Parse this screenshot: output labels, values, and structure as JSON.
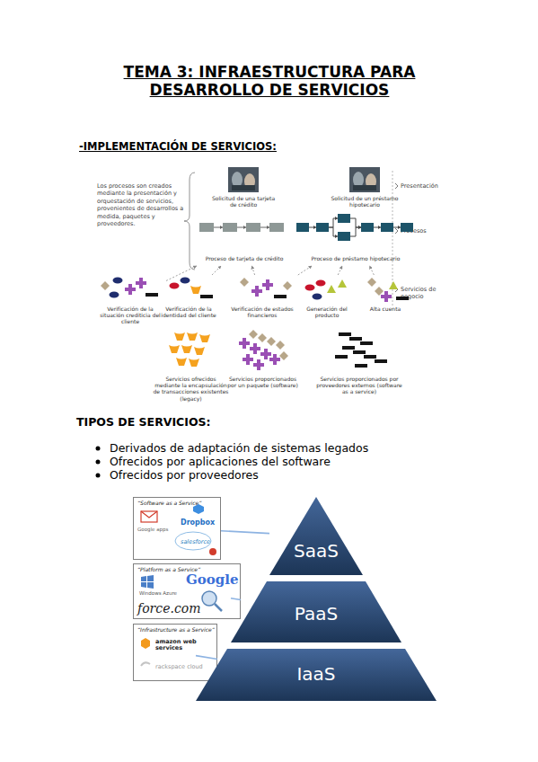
{
  "diagram": {
    "title": "TEMA 3: INFRAESTRUCTURA PARA DESARROLLO DE SERVICIOS",
    "nodes": [
      {
        "text": [
          "Solicitud de una tarjeta de crédito"
        ]
      },
      {
        "text": [
          "Solicitud de un préstamo hipotecario"
        ]
      },
      {
        "text": [
          "Proceso de tarjeta de crédito"
        ]
      },
      {
        "text": [
          "Proceso de préstamo hipotecario"
        ]
      },
      {
        "text": [
          "Verificación de la situación crediticia del cliente"
        ]
      },
      {
        "text": [
          "Verificación de la identidad del cliente"
        ]
      },
      {
        "text": [
          "Verificación de estados financieros"
        ]
      },
      {
        "text": [
          "Generación del producto"
        ]
      },
      {
        "text": [
          "Alta cuenta"
        ]
      },
      {
        "text": [
          "Servicios ofrecidos mediante la encapsulación de transacciones existentes (legacy)"
        ]
      },
      {
        "text": [
          "Servicios proporcionados por un paquete (software)"
        ]
      },
      {
        "text": [
          "Servicios proporcionados por proveedores externos (software as a service)"
        ]
      },
      {
        "text": [
          "“Software as a Service”",
          "Google apps",
          "Dropbox",
          "salesforce"
        ]
      },
      {
        "text": [
          "SaaS"
        ]
      },
      {
        "text": [
          "“Platform as a Service”",
          "Google",
          "Windows Azure",
          "force.com"
        ]
      },
      {
        "text": [
          "PaaS"
        ]
      },
      {
        "text": [
          "“Infrastructure as a Service”",
          "amazon web services",
          "rackspace cloud"
        ]
      },
      {
        "text": [
          "IaaS"
        ]
      }
    ],
    "edges": [
      {
        "from": 4,
        "to": 2,
        "arrow": "to"
      },
      {
        "from": 5,
        "to": 2,
        "arrow": "to"
      },
      {
        "from": 6,
        "to": 2,
        "arrow": "to"
      },
      {
        "from": 6,
        "to": 3,
        "arrow": "to"
      },
      {
        "from": 7,
        "to": 3,
        "arrow": "to"
      },
      {
        "from": 8,
        "to": 3,
        "arrow": "to"
      },
      {
        "from": 12,
        "to": 13,
        "arrow": "none"
      },
      {
        "from": 14,
        "to": 15,
        "arrow": "none"
      },
      {
        "from": 16,
        "to": 17,
        "arrow": "none"
      }
    ],
    "labels": [
      "-IMPLEMENTACIÓN DE SERVICIOS:",
      "Los procesos son creados mediante la presentación y orquestación de servicios, provenientes de desarrollos a medida, paquetes y proveedores.",
      "Presentación",
      "Procesos",
      "Servicios de negocio",
      "TIPOS DE SERVICIOS:",
      "Derivados de adaptación de sistemas legados",
      "Ofrecidos por aplicaciones del software",
      "Ofrecidos por proveedores"
    ]
  }
}
